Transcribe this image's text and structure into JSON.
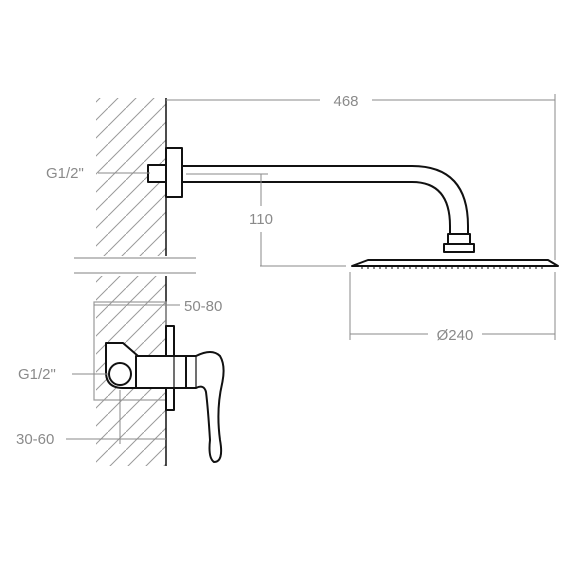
{
  "dimensions": {
    "arm_length": "468",
    "arm_drop": "110",
    "head_diameter": "Ø240",
    "inlet_upper": "G1/2\"",
    "inlet_lower": "G1/2\"",
    "mixer_depth": "50-80",
    "inlet_depth": "30-60"
  },
  "colors": {
    "outline": "#111111",
    "dimension_line": "#8a8a8a",
    "hatch": "#9a9a9a"
  }
}
